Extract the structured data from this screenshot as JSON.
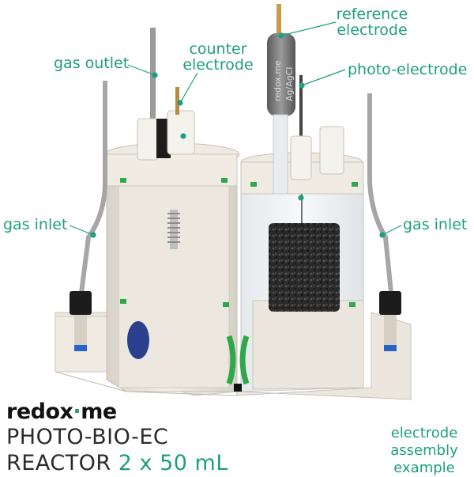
{
  "labels": {
    "reference_electrode": [
      "reference",
      "electrode"
    ],
    "counter_electrode": [
      "counter",
      "electrode"
    ],
    "gas_outlet": "gas outlet",
    "photo_electrode": "photo-electrode",
    "gas_inlet_left": "gas inlet",
    "gas_inlet_right": "gas inlet",
    "electrode_assembly": [
      "electrode",
      "assembly",
      "example"
    ]
  },
  "ref_electrode_text": [
    "redox.me",
    "Ag/AgCl"
  ],
  "brand": {
    "prefix": "redox",
    "accent": "·",
    "suffix": "me"
  },
  "title": {
    "line1": "PHOTO-BIO-EC",
    "line2_prefix": "REACTOR ",
    "line2_accent": "2 x 50 mL"
  },
  "colors": {
    "accent": "#1f9e80",
    "body": "#e9e5dc",
    "seal": "#2fa84a",
    "dark": "#1c1c1c"
  }
}
